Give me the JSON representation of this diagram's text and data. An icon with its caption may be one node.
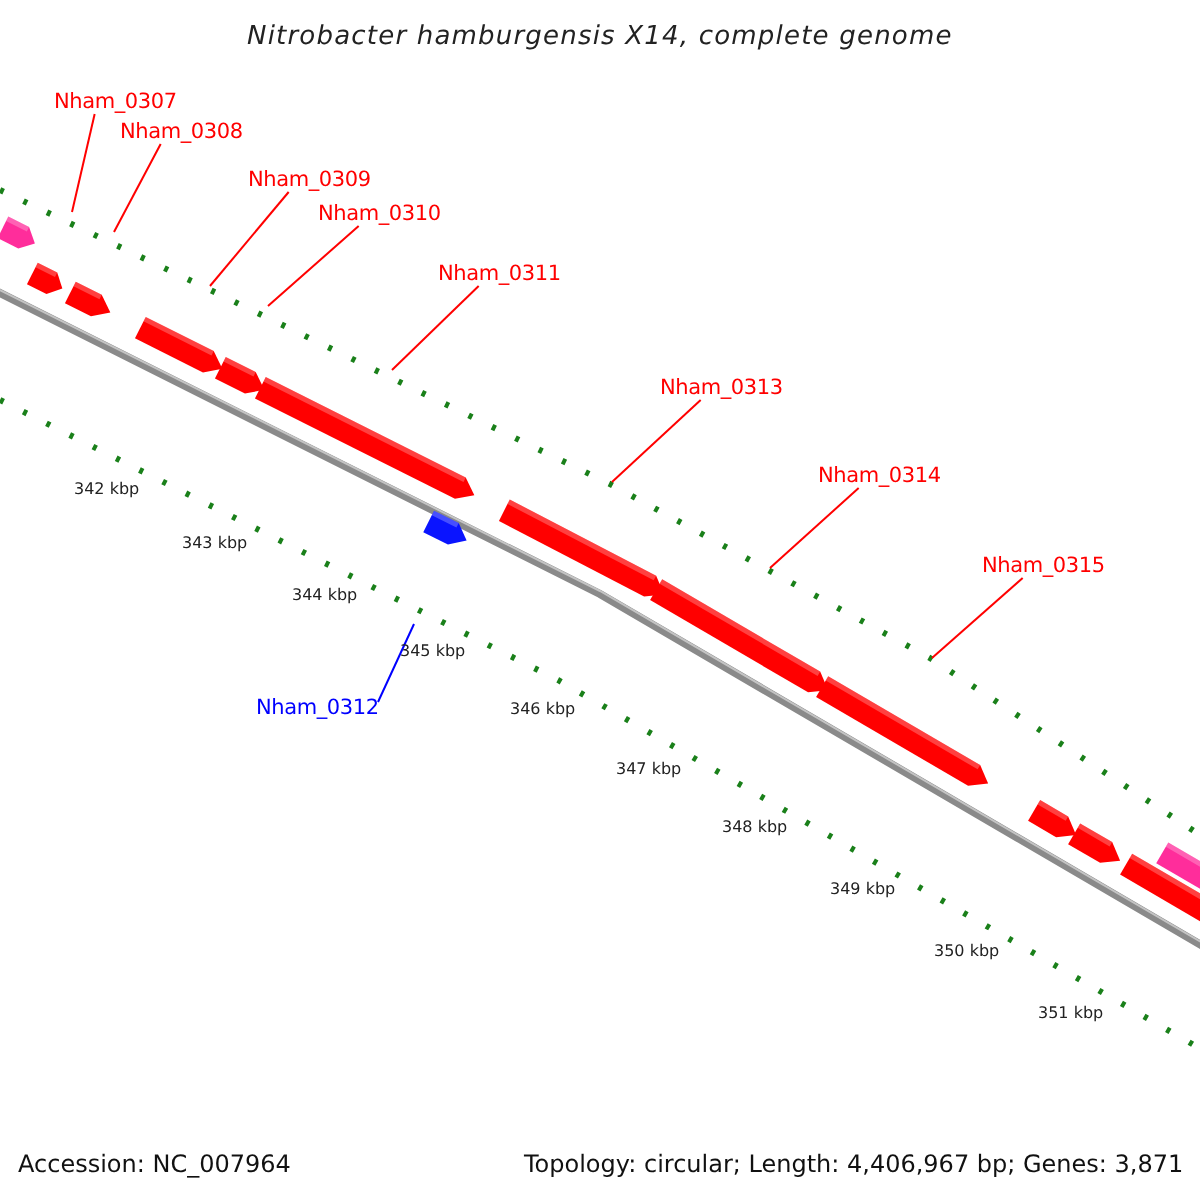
{
  "diagram": {
    "title": "Nitrobacter hamburgensis X14, complete genome",
    "nodes": [
      {
        "text": [
          "Nham_0307"
        ]
      },
      {
        "text": [
          "Nham_0308"
        ]
      },
      {
        "text": [
          "Nham_0309"
        ]
      },
      {
        "text": [
          "Nham_0310"
        ]
      },
      {
        "text": [
          "Nham_0311"
        ]
      },
      {
        "text": [
          "Nham_0313"
        ]
      },
      {
        "text": [
          "Nham_0314"
        ]
      },
      {
        "text": [
          "Nham_0315"
        ]
      },
      {
        "text": [
          "Nham_0312"
        ]
      }
    ],
    "edges": [
      {
        "from": 0,
        "to": null,
        "arrow": "none"
      },
      {
        "from": 1,
        "to": null,
        "arrow": "none"
      },
      {
        "from": 2,
        "to": null,
        "arrow": "none"
      },
      {
        "from": 3,
        "to": null,
        "arrow": "none"
      },
      {
        "from": 4,
        "to": null,
        "arrow": "none"
      },
      {
        "from": 5,
        "to": null,
        "arrow": "none"
      },
      {
        "from": 6,
        "to": null,
        "arrow": "none"
      },
      {
        "from": 7,
        "to": null,
        "arrow": "none"
      },
      {
        "from": 8,
        "to": null,
        "arrow": "none",
        "color": "#0000ff"
      }
    ],
    "labels": [
      "342 kbp",
      "343 kbp",
      "344 kbp",
      "345 kbp",
      "346 kbp",
      "347 kbp",
      "348 kbp",
      "349 kbp",
      "350 kbp",
      "351 kbp",
      "Accession: NC_007964",
      "Topology: circular; Length: 4,406,967 bp; Genes: 3,871"
    ]
  }
}
